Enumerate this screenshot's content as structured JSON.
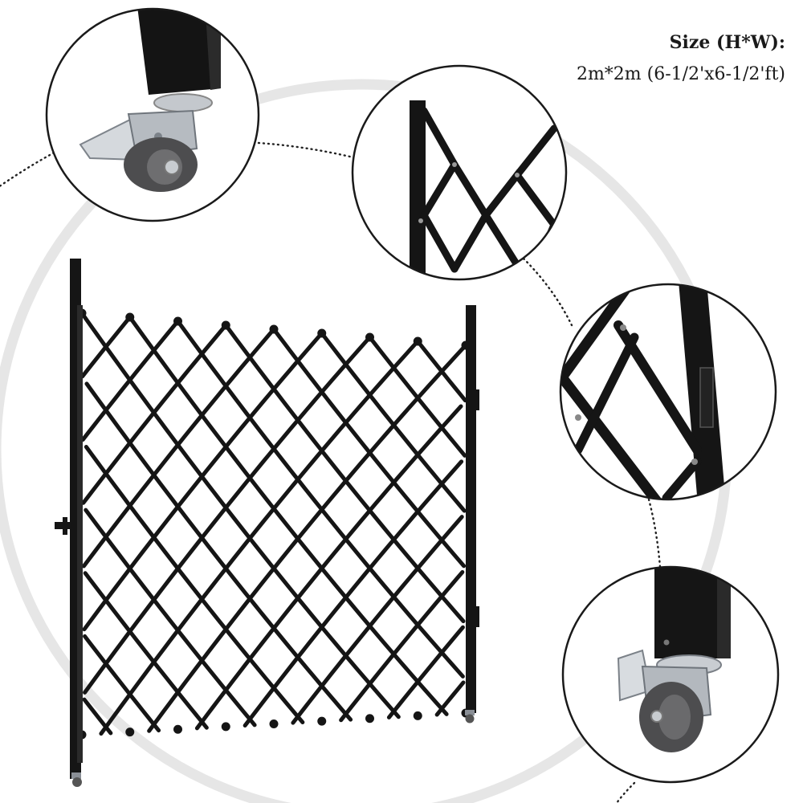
{
  "product": {
    "size_label": "Size (H*W):",
    "size_value": "2m*2m (6-1/2'x6-1/2'ft)"
  },
  "colors": {
    "frame": "#151515",
    "ring": "#e3e3e3",
    "dots": "#222222",
    "wheel": "#5a5a5a",
    "metal": "#b9bec4"
  },
  "detail_views": [
    {
      "name": "caster-wheel-top-view",
      "subject": "locking caster wheel"
    },
    {
      "name": "lattice-hinge-top-view",
      "subject": "post and lattice joint"
    },
    {
      "name": "lattice-side-bracket-view",
      "subject": "side post bracket"
    },
    {
      "name": "caster-wheel-bottom-view",
      "subject": "post foot caster"
    }
  ]
}
